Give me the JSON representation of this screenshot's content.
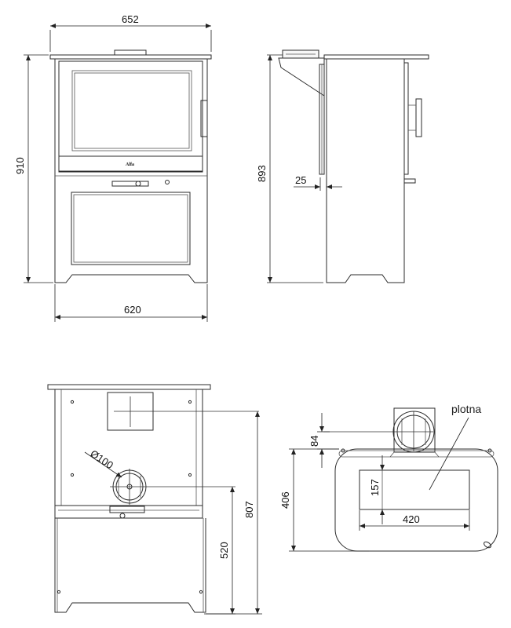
{
  "dimensions": {
    "front_top_width": "652",
    "front_height": "910",
    "front_bottom_width": "620",
    "side_height": "893",
    "side_offset": "25",
    "rear_flue_diameter": "Ø100",
    "rear_flue_height": "520",
    "rear_height": "807",
    "top_flue_offset": "84",
    "top_depth": "406",
    "top_plate_offset": "157",
    "top_plate_width": "420"
  },
  "labels": {
    "plate": "plotna",
    "front_logo": "Alfa"
  },
  "colors": {
    "line": "#2b2b2b",
    "background": "#ffffff"
  }
}
